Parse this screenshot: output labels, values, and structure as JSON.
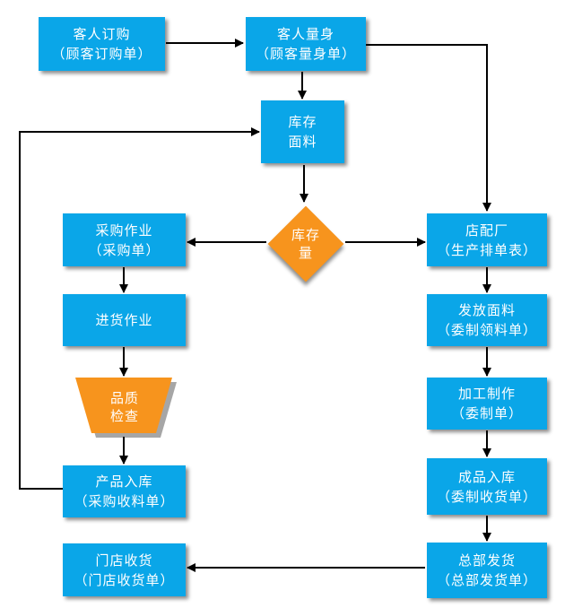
{
  "colors": {
    "box": "#0aa6e8",
    "decision": "#f7941d",
    "line": "#000000"
  },
  "nodes": {
    "customer_order": {
      "line1": "客人订购",
      "line2": "（顾客订购单）"
    },
    "customer_measure": {
      "line1": "客人量身",
      "line2": "（顾客量身单）"
    },
    "stock_fabric": {
      "line1": "库存",
      "line2": "面料"
    },
    "stock_qty": {
      "line1": "库存",
      "line2": "量"
    },
    "purchase": {
      "line1": "采购作业",
      "line2": "（采购单）"
    },
    "store_factory": {
      "line1": "店配厂",
      "line2": "（生产排单表）"
    },
    "receiving": {
      "line1": "进货作业"
    },
    "issue_fabric": {
      "line1": "发放面料",
      "line2": "（委制领料单）"
    },
    "quality_check": {
      "line1": "品质",
      "line2": "检查"
    },
    "processing": {
      "line1": "加工制作",
      "line2": "（委制单）"
    },
    "product_stock_in": {
      "line1": "产品入库",
      "line2": "（采购收料单）"
    },
    "finished_stock_in": {
      "line1": "成品入库",
      "line2": "（委制收货单）"
    },
    "store_receive": {
      "line1": "门店收货",
      "line2": "（门店收货单）"
    },
    "hq_ship": {
      "line1": "总部发货",
      "line2": "（总部发货单）"
    }
  }
}
